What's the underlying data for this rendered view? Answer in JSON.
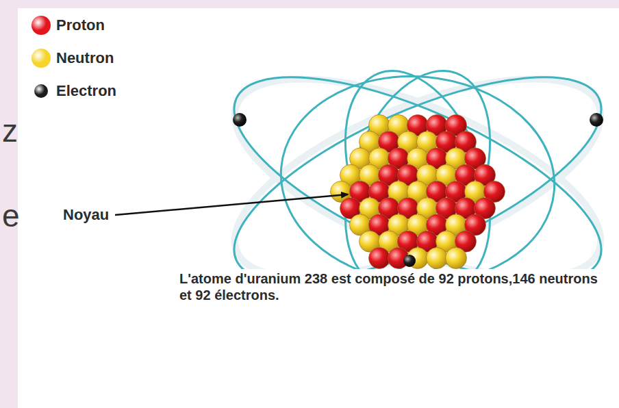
{
  "diagram": {
    "caption": "L'atome d'uranium 238 est composé de 92 protons,146 neutrons et 92 électrons.",
    "labels": [
      "z",
      "e",
      "Noyau"
    ],
    "legend": [
      {
        "text": "Proton",
        "color": "#e3161e"
      },
      {
        "text": "Neutron",
        "color": "#f6d42a"
      },
      {
        "text": "Electron",
        "color": "#1c1c1c"
      }
    ]
  }
}
